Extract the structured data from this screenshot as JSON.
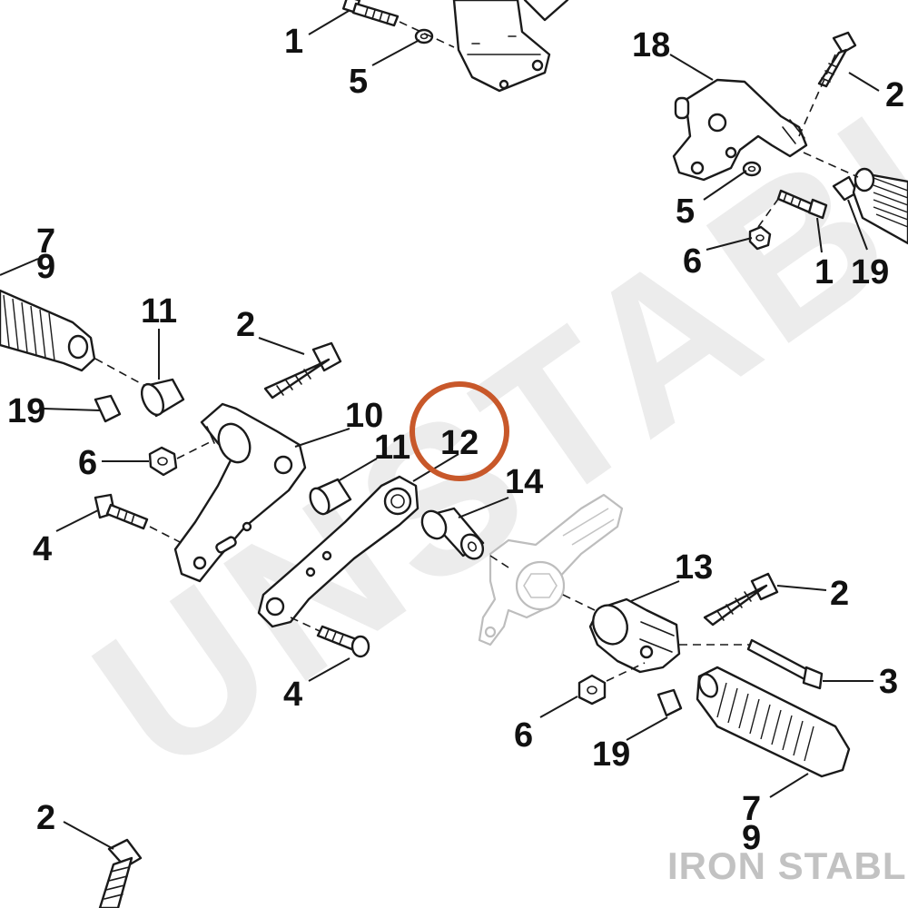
{
  "diagram": {
    "watermark_text": "UNSTABLE",
    "brand_text": "IRON STABLE",
    "highlight_color": "#c8582a",
    "callouts": {
      "c1a": "1",
      "c5a": "5",
      "c18": "18",
      "c2a": "2",
      "c5b": "5",
      "c6a": "6",
      "c1b": "1",
      "c19a": "19",
      "c7a": "7",
      "c9a": "9",
      "c11a": "11",
      "c2b": "2",
      "c10": "10",
      "c11b": "11",
      "c12": "12",
      "c14": "14",
      "c19b": "19",
      "c6b": "6",
      "c4a": "4",
      "c4b": "4",
      "c13": "13",
      "c2c": "2",
      "c3": "3",
      "c6c": "6",
      "c19c": "19",
      "c7b": "7",
      "c9b": "9",
      "c2d": "2"
    }
  }
}
